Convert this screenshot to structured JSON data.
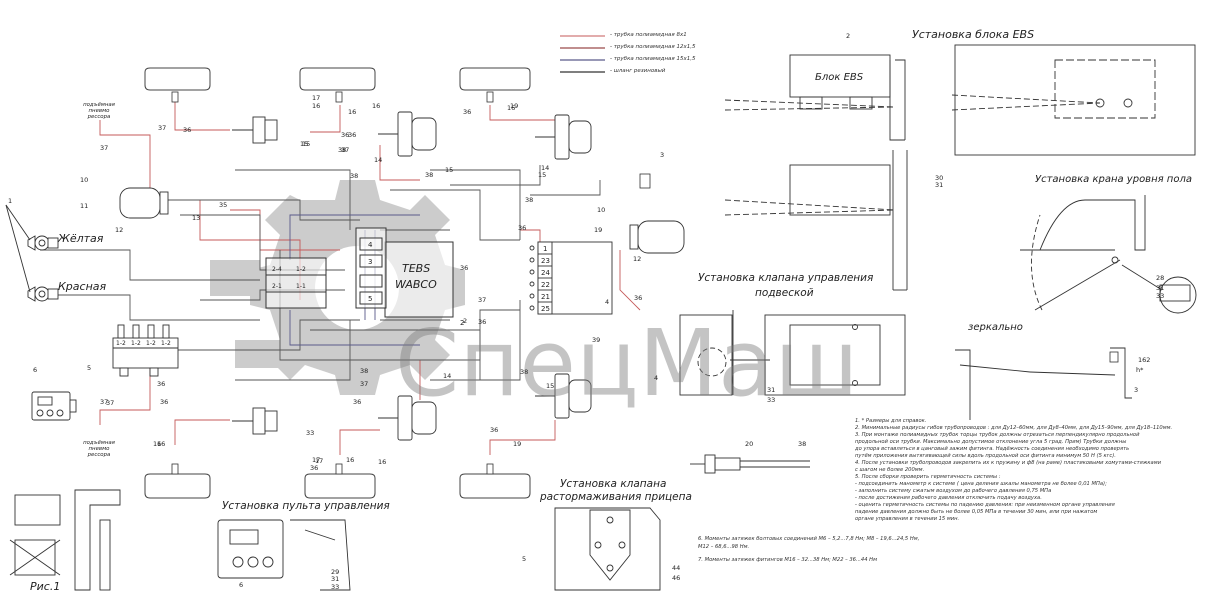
{
  "legend": [
    {
      "text": "- трубка полиамидная 8х1",
      "color": "#c55a5a"
    },
    {
      "text": "- трубка полиамидная 12х1,5",
      "color": "#9b4a4a"
    },
    {
      "text": "- трубка полиамидная 15х1,5",
      "color": "#5a5a8a"
    },
    {
      "text": "- шланг резиновый",
      "color": "#555555"
    }
  ],
  "titles": {
    "ebs_install": "Установка блока EBS",
    "level_valve": "Установка крана уровня пола",
    "suspension_valve_line1": "Установка клапана управления",
    "suspension_valve_line2": "подвеской",
    "mirror": "зеркально",
    "release_valve_line1": "Установка клапана",
    "release_valve_line2": "растормаживания прицепа",
    "control_panel": "Установка пульта управления",
    "fig": "Рис.1"
  },
  "labels": {
    "ebs_block": "Блок EBS",
    "tebs_line1": "TEBS",
    "tebs_line2": "WABCO",
    "yellow": "Жёлтая",
    "red": "Красная",
    "air_spring": "подъёмная пневмо рессора",
    "watermark": "СпецМаш"
  },
  "notes": [
    "1. * Размеры для справок.",
    "2. Минимальные радиусы гибов трубопроводов : для Ду12–60мм, для Ду8–40мм, для Ду15–90мм, для Ду18–110мм.",
    "3. При монтаже полиамидных трубок торцы трубок должны отрезаться перпендикулярно продольной",
    "   продольной оси трубки. Максимально допустимое отклонение угла     5 град. Прим) Трубки должны",
    "   до упора вставляться в цанговый зажим фитинга. Надёжность соединения необходимо проверять",
    "   путём приложения вытягивающей силы вдоль продольной оси фитинга минимум 50 Н (5 кгс).",
    "4. После установки трубопроводов закрепить их к пружину и ф8 (на раме) пластиковыми хомутами-стяжками",
    "   с шагом не более 200мм.",
    "5. После сборки проверить герметичность системы :",
    "- подсоединить манометр к системе ( цена деления шкалы манометра не более 0,01 МПа);",
    "- заполнить систему сжатым воздухом до рабочего давления 0,75 МПа",
    "- после достижения рабочего давления отключить подачу воздуха.",
    "- оценить герметичность системы по падению давления: при неизменном органе управления",
    "  падение давления должно быть не более 0,05 МПа в течении 30 мин, или при нажатом",
    "  органе управления в течении 15 мин."
  ],
  "torque": [
    "6. Моменты затяжек болтовых соединений М6 – 5,2...7,8 Нм; М8 – 19,6...24,5 Нм,",
    "   М12 – 68,6...98 Нм.",
    "7. Моменты затяжек фитингов М16 – 32...38 Нм; М22 – 36...44 Нм"
  ],
  "ports": [
    "1",
    "23",
    "24",
    "22",
    "21",
    "25"
  ],
  "panel_ports": [
    "1-2",
    "1-2",
    "1-2",
    "1-2"
  ],
  "valve_ports": [
    "2-4",
    "1-2",
    "2-1",
    "1-1"
  ],
  "tebs_ports": [
    "4",
    "3",
    "5",
    "2"
  ],
  "callouts": {
    "left_chassis": [
      "1",
      "10",
      "11",
      "12",
      "13",
      "35",
      "37",
      "5",
      "6",
      "37",
      "16",
      "36",
      "37",
      "15",
      "33",
      "36",
      "37"
    ],
    "top_center": [
      "16",
      "36",
      "17",
      "16",
      "36",
      "37",
      "15",
      "16",
      "38",
      "14",
      "15",
      "38",
      "38"
    ],
    "top_right": [
      "16",
      "19",
      "36",
      "15",
      "14",
      "38",
      "3",
      "10",
      "19",
      "12"
    ],
    "center": [
      "36",
      "37",
      "36",
      "2",
      "4",
      "36",
      "38",
      "36",
      "39",
      "14",
      "15",
      "38",
      "36",
      "37",
      "36",
      "36",
      "17",
      "16"
    ],
    "bottom": [
      "16",
      "17",
      "16",
      "19",
      "36"
    ],
    "ebs": [
      "2",
      "30",
      "31"
    ],
    "level_valve": [
      "28",
      "31",
      "33"
    ],
    "suspension": [
      "4",
      "31",
      "33",
      "3",
      "h*",
      "162"
    ],
    "control_panel": [
      "6",
      "29",
      "31",
      "33"
    ],
    "release": [
      "5",
      "44",
      "46"
    ],
    "fitting": [
      "20",
      "38"
    ]
  }
}
